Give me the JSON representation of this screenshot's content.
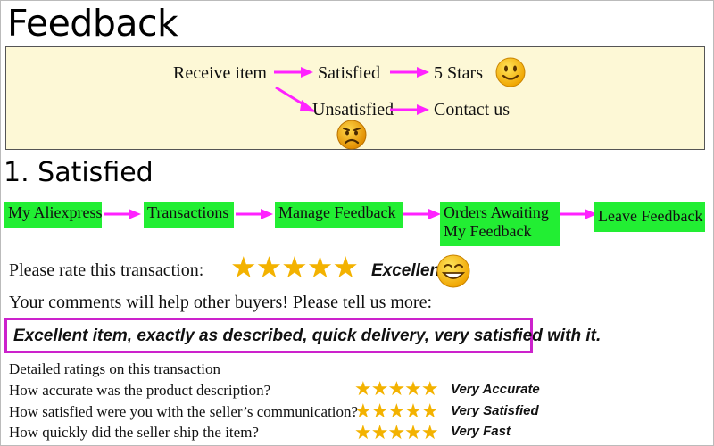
{
  "title": "Feedback",
  "flow": {
    "receive": "Receive item",
    "satisfied": "Satisfied",
    "five_stars": "5 Stars",
    "unsatisfied": "Unsatisfied",
    "contact": "Contact us",
    "smile_icon": "smiley-face-icon",
    "frown_icon": "frowning-face-icon"
  },
  "section1": {
    "heading": "1. Satisfied",
    "steps": [
      "My Aliexpress",
      "Transactions",
      "Manage Feedback",
      "Orders Awaiting",
      "My Feedback",
      "Leave Feedback"
    ],
    "arrow_color": "#ff22ff",
    "step_color": "#22ee33"
  },
  "rating": {
    "prompt": "Please rate this transaction:",
    "stars": "★★★★★",
    "label": "Excellent",
    "star_color": "#f3b200"
  },
  "comments": {
    "prompt": "Your comments will help other buyers! Please tell us more:",
    "text": "Excellent item, exactly as described, quick delivery, very satisfied with it.",
    "border_color": "#cc22cc"
  },
  "detailed": {
    "heading": "Detailed ratings on this transaction",
    "rows": [
      {
        "question": "How accurate was the product description?",
        "stars": "★★★★★",
        "value": "Very Accurate"
      },
      {
        "question": "How satisfied were you with the seller’s communication?",
        "stars": "★★★★★",
        "value": "Very Satisfied"
      },
      {
        "question": "How quickly did the seller ship the item?",
        "stars": "★★★★★",
        "value": "Very Fast"
      }
    ]
  }
}
